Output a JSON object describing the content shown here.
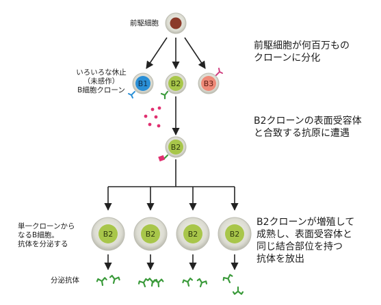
{
  "labels": {
    "precursor": "前駆細胞",
    "clones": "いろいろな休止\n（未感作）\nB細胞クローン",
    "single_clone": "単一クローンから\nなるB細胞。\n抗体を分泌する",
    "secreted_antibody": "分泌抗体"
  },
  "steps": {
    "step1": "前駆細胞が何百万もの\nクローンに分化",
    "step2": "B2クローンの表面受容体\nと合致する抗原に遭遇",
    "step3": "B2クローンが増殖して\n成熟し、表面受容体と\n同じ結合部位を持つ\n抗体を放出"
  },
  "cells": {
    "b1": "B1",
    "b2": "B2",
    "b3": "B3"
  },
  "colors": {
    "precursor_nucleus": "#8b3a2a",
    "cell_membrane": "#dcdcd4",
    "b1_nucleus": "#2a8fd6",
    "b2_nucleus": "#a8c64a",
    "b3_nucleus": "#ee8a78",
    "antigen": "#e03070",
    "receptor": "#3a9a3a",
    "arrow": "#222222"
  }
}
